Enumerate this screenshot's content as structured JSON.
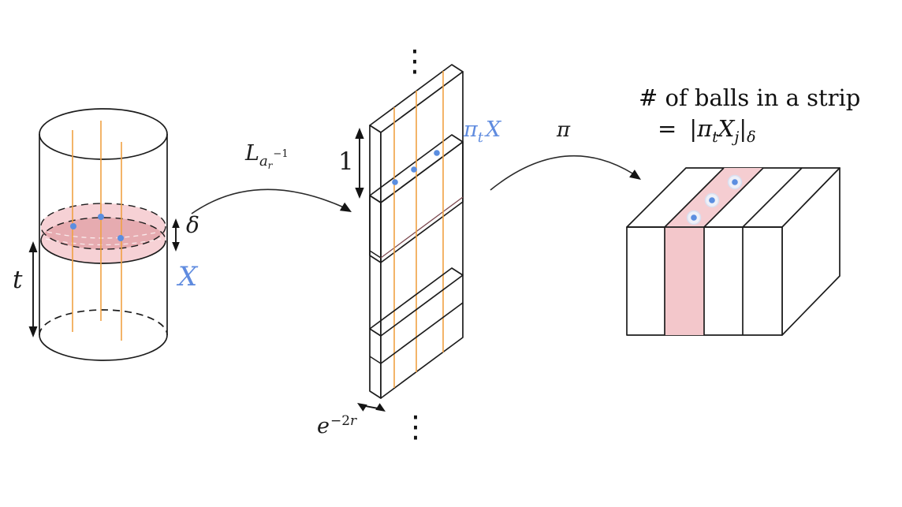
{
  "colors": {
    "pink_light": "#f6d1d5",
    "pink_mid": "#efc0c5",
    "pink_dark": "#e6abb0",
    "pink_strip": "#f3c7cb",
    "pink_strip_top": "#f5cdd1",
    "orange": "#f0a143",
    "blue_dot": "#5b8ee0",
    "blue_label": "#5f8bdf",
    "halo_fill": "#eef0f8",
    "halo_ring": "#d9dff0",
    "band_inner_line": "#7d4a50",
    "ink": "#1c1c1c"
  },
  "labels": {
    "t": "t",
    "delta": "δ",
    "X": "X",
    "one": "1",
    "pi": "π",
    "vdots": "⋮",
    "L_base": "L",
    "L_sub": "a",
    "L_sub_sub": "r",
    "L_sup": "−1",
    "pi_t_base": "π",
    "pi_t_sub": "t",
    "pi_t_X": "X",
    "e_base": "e",
    "e_sup_num": "−2",
    "e_sup_var": "r"
  },
  "caption": {
    "line1": "# of balls in a strip",
    "eq": "=",
    "bar_left": "|",
    "pi": "π",
    "sub_t": "t",
    "X": "X",
    "sub_j": "j",
    "bar_right": "|",
    "sub_delta": "δ"
  }
}
